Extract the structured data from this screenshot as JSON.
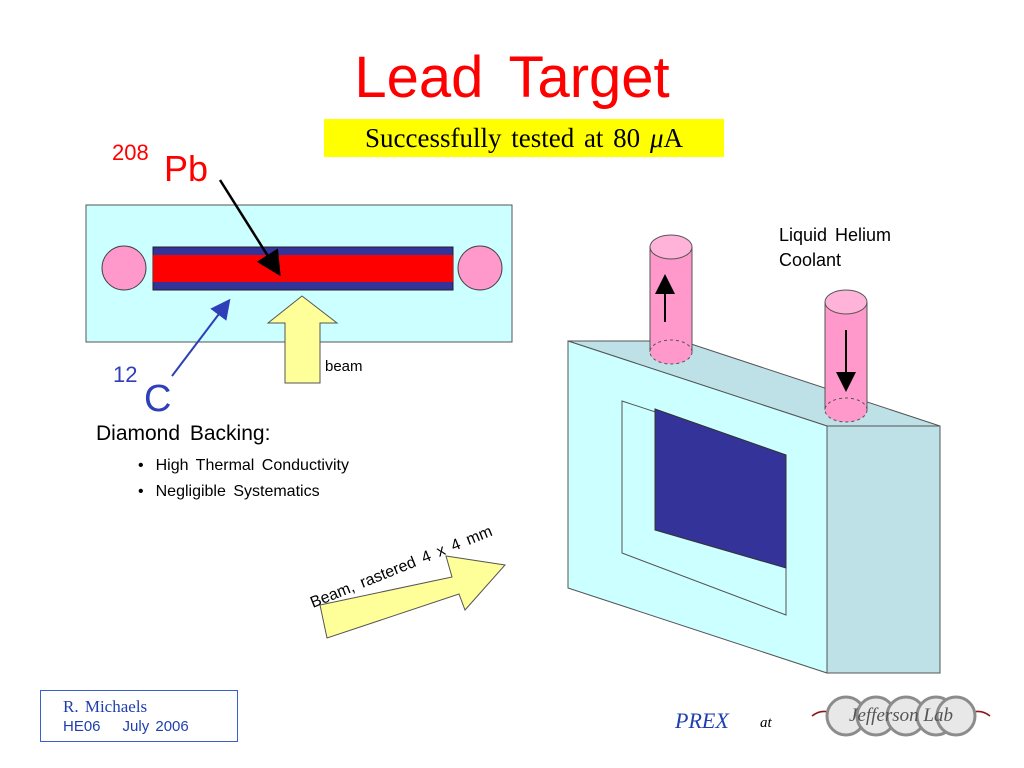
{
  "slide": {
    "title": "Lead  Target",
    "subtitle_prefix": "Successfully  tested  at   80  ",
    "subtitle_mu": "μ",
    "subtitle_unit": "A"
  },
  "diagram": {
    "pb_mass": "208",
    "pb_symbol": "Pb",
    "c_mass": "12",
    "c_symbol": "C",
    "beam_label": "beam",
    "diamond_title": "Diamond  Backing:",
    "bullets": [
      "High  Thermal  Conductivity",
      "Negligible  Systematics"
    ],
    "helium_line1": "Liquid  Helium",
    "helium_line2": "Coolant",
    "beam_raster": "Beam,  rastered 4 x 4 mm"
  },
  "footer": {
    "author": "R.  Michaels",
    "conference": "HE06",
    "date": "July  2006",
    "project": "PREX",
    "at": "at",
    "lab": "Jefferson Lab"
  },
  "colors": {
    "title_red": "#ff0000",
    "highlight_yellow": "#ffff00",
    "panel_cyan": "#ccffff",
    "lead_red": "#ff0000",
    "diamond_blue": "#333399",
    "circle_pink": "#ff99cc",
    "arrow_yellow": "#ffff99",
    "frame_blue": "#bde1e7",
    "window_blue": "#333399",
    "footer_blue": "#1f3fb0"
  }
}
